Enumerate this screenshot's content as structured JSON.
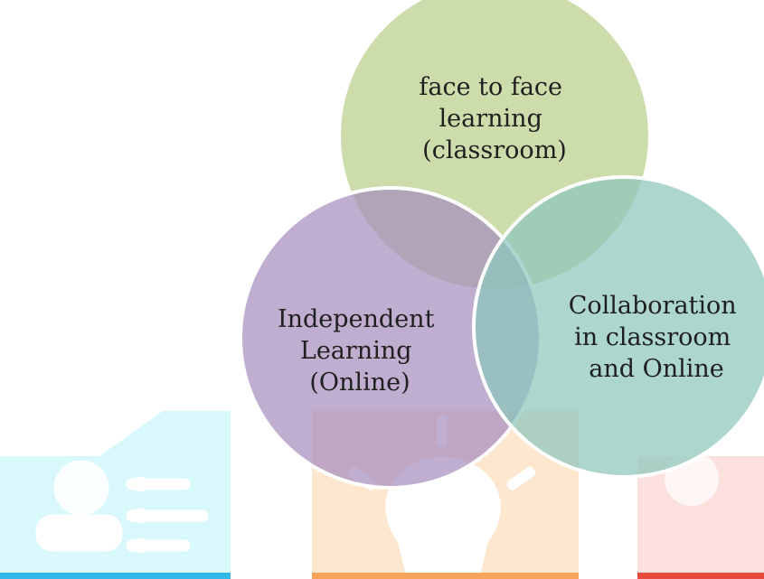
{
  "diagram": {
    "type": "venn",
    "circles": [
      {
        "id": "face-to-face",
        "lines": [
          "face to face",
          "learning",
          "(classroom)"
        ],
        "color": "#b9cf8a"
      },
      {
        "id": "independent",
        "lines": [
          "Independent",
          "Learning",
          "(Online)"
        ],
        "color": "#a68fbe"
      },
      {
        "id": "collaboration",
        "lines": [
          "Collaboration",
          "in classroom",
          "and Online"
        ],
        "color": "#8cc6bb"
      }
    ],
    "circle_outline_color": "#ffffff"
  },
  "watermark": {
    "colors": {
      "cyan": "#d9f8fb",
      "blue_bar": "#2fb8e8",
      "orange": "#fde7cf",
      "orange_bar": "#f7a35c",
      "red": "#fbe0dd",
      "red_bar": "#e84b3c"
    }
  }
}
